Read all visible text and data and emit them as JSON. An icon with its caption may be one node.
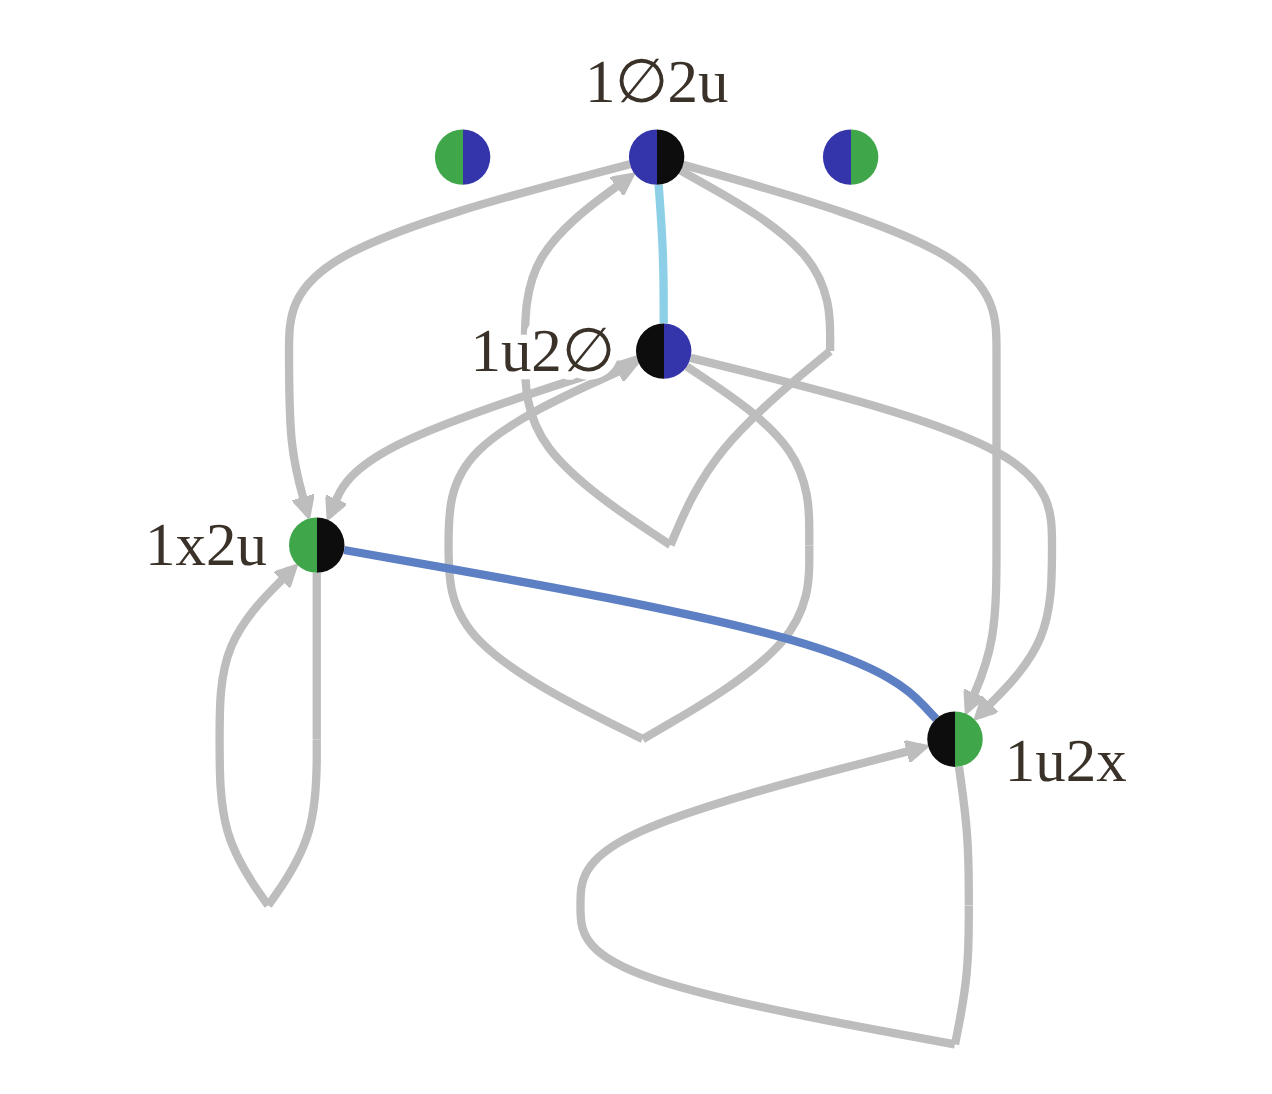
{
  "diagram": {
    "nodes": [
      {
        "text": [],
        "shape": "circle",
        "beside": [
          "1x2u"
        ]
      },
      {
        "text": [],
        "shape": "circle"
      },
      {
        "text": [],
        "shape": "circle",
        "beside": [
          "1u2∅"
        ]
      },
      {
        "text": [],
        "shape": "circle",
        "beside": [
          "1∅2u"
        ]
      },
      {
        "text": [],
        "shape": "circle"
      },
      {
        "text": [],
        "shape": "circle",
        "beside": [
          "1u2x"
        ]
      }
    ],
    "edges": [
      {
        "from": 0,
        "to": 0,
        "arrow": "to"
      },
      {
        "from": 2,
        "to": 0,
        "arrow": "to"
      },
      {
        "from": 2,
        "to": 2,
        "arrow": "to"
      },
      {
        "from": 2,
        "to": 5,
        "arrow": "to"
      },
      {
        "from": 3,
        "to": 0,
        "arrow": "to"
      },
      {
        "from": 3,
        "to": 3,
        "arrow": "to"
      },
      {
        "from": 3,
        "to": 5,
        "arrow": "to"
      },
      {
        "from": 5,
        "to": 5,
        "arrow": "to"
      },
      {
        "from": 0,
        "to": 5,
        "arrow": "none",
        "color": "#5d7fc4"
      },
      {
        "from": 3,
        "to": 2,
        "arrow": "none",
        "color": "#8ccfe6"
      }
    ]
  }
}
